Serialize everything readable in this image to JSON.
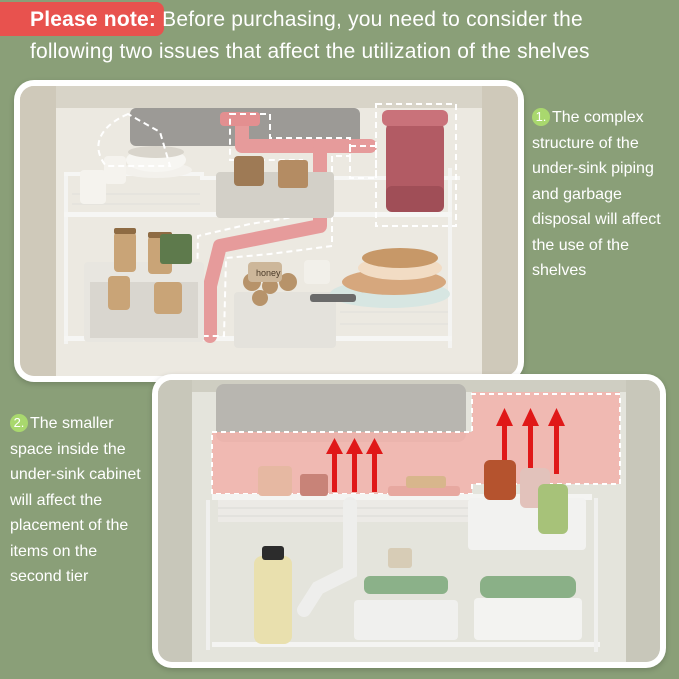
{
  "header": {
    "badge": "Please note:",
    "text": "Before purchasing, you need to consider the following two issues that affect the utilization of the shelves"
  },
  "issue1": {
    "number": "1.",
    "text": "The complex structure of the under-sink piping and garbage disposal will affect the use of the shelves"
  },
  "issue2": {
    "number": "2.",
    "text": "The smaller space inside the under-sink cabinet will affect the placement of the items on the second tier"
  },
  "product_labels": {
    "honey_jar": "honey"
  },
  "colors": {
    "background": "#8a9f78",
    "badge": "#e8524e",
    "number_circle": "#a9d86e",
    "pipe_highlight": "#e69b9b",
    "space_highlight": "#f1b4ad",
    "arrow": "#e01818"
  }
}
